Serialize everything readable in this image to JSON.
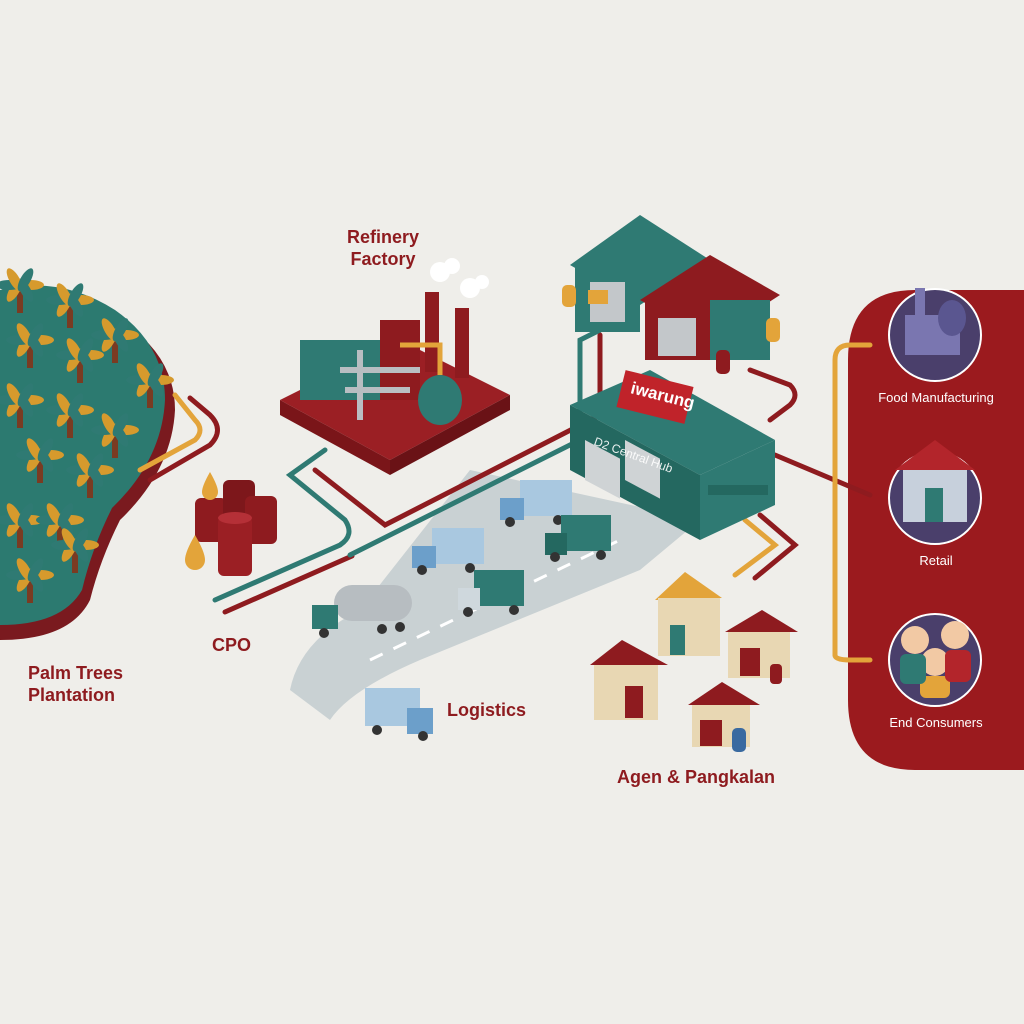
{
  "labels": {
    "refinery": "Refinery Factory",
    "palm": "Palm Trees Plantation",
    "cpo": "CPO",
    "logistics": "Logistics",
    "agen": "Agen & Pangkalan",
    "hub": "D2 Central Hub",
    "brand": "iwarung"
  },
  "consumers": {
    "food": "Food Manufacturing",
    "retail": "Retail",
    "end": "End Consumers"
  },
  "colors": {
    "maroon": "#8e1b1f",
    "teal": "#2f7a73",
    "gold": "#e3a43a",
    "background": "#efeeea"
  }
}
